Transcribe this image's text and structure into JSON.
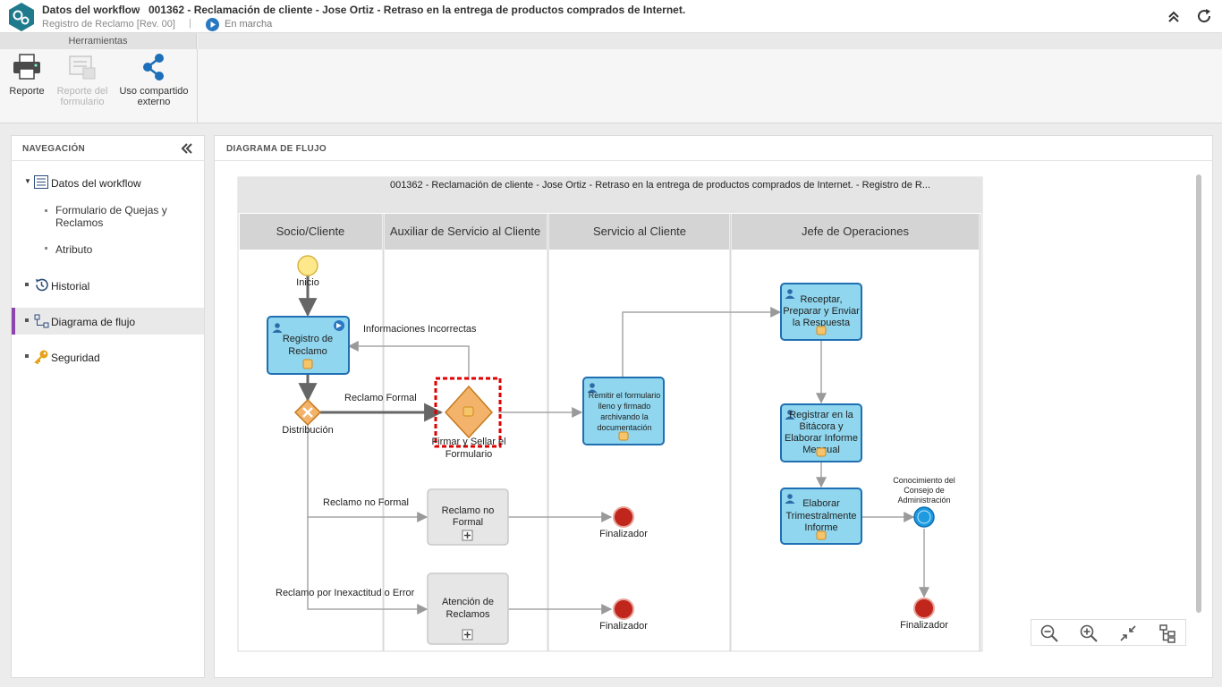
{
  "header": {
    "breadcrumb_root": "Datos del workflow",
    "breadcrumb_separator": "›",
    "title": "001362 - Reclamación de cliente - Jose Ortiz - Retraso en la entrega de productos comprados de Internet.",
    "record": "Registro de Reclamo [Rev. 00]",
    "divider": "|",
    "status": "En marcha"
  },
  "toolbar": {
    "group_label": "Herramientas",
    "reporte": "Reporte",
    "reporte_form_line1": "Reporte del",
    "reporte_form_line2": "formulario",
    "uso_line1": "Uso compartido",
    "uso_line2": "externo"
  },
  "navigation": {
    "title": "NAVEGACIÓN",
    "items": [
      {
        "label": "Datos del workflow"
      },
      {
        "label": "Formulario de Quejas y"
      },
      {
        "label": "Reclamos"
      },
      {
        "label": "Atributo"
      },
      {
        "label": "Historial"
      },
      {
        "label": "Diagrama de flujo"
      },
      {
        "label": "Seguridad"
      }
    ]
  },
  "diagram": {
    "panel_title": "DIAGRAMA DE FLUJO",
    "pool_title": "001362 - Reclamación de cliente - Jose Ortiz - Retraso en la entrega de productos comprados de Internet. - Registro de R...",
    "lanes": [
      "Socio/Cliente",
      "Auxiliar de Servicio al Cliente",
      "Servicio al Cliente",
      "Jefe de Operaciones"
    ],
    "nodes": {
      "inicio": "Inicio",
      "registro_1": "Registro de",
      "registro_2": "Reclamo",
      "distribucion": "Distribución",
      "firmar_1": "Firmar y Sellar el",
      "firmar_2": "Formulario",
      "remitir_1": "Remitir el formulario",
      "remitir_2": "lleno y firmado",
      "remitir_3": "archivando la",
      "remitir_4": "documentación",
      "receptar_1": "Receptar,",
      "receptar_2": "Preparar y Enviar",
      "receptar_3": "la Respuesta",
      "bitacora_1": "Registrar en la",
      "bitacora_2": "Bitácora y",
      "bitacora_3": "Elaborar Informe",
      "bitacora_4": "Mensual",
      "trimestral_1": "Elaborar",
      "trimestral_2": "Trimestralmente",
      "trimestral_3": "Informe",
      "reclamo_nf_1": "Reclamo no",
      "reclamo_nf_2": "Formal",
      "atencion_1": "Atención de",
      "atencion_2": "Reclamos",
      "finalizador_1": "Finalizador",
      "finalizador_2": "Finalizador",
      "finalizador_3": "Finalizador",
      "conocimiento_1": "Conocimiento del",
      "conocimiento_2": "Consejo de",
      "conocimiento_3": "Administración"
    },
    "edges": {
      "incorrectas": "Informaciones Incorrectas",
      "formal": "Reclamo Formal",
      "no_formal": "Reclamo no Formal",
      "inexactitud": "Reclamo por Inexactitud o Error"
    }
  },
  "colors": {
    "task_fill": "#8fd6ee",
    "task_border": "#1f6fb2",
    "gateway": "#f4b36b",
    "start": "#fde98b",
    "end": "#c0261c",
    "selection": "#e00000",
    "nav_marker": "#8e44ad",
    "brand": "#1f7a8c"
  },
  "icons": [
    "app-logo-icon",
    "status-play-icon",
    "collapse-up-icon",
    "refresh-icon",
    "printer-icon",
    "form-report-icon",
    "share-icon",
    "collapse-left-icon",
    "list-icon",
    "history-icon",
    "flow-icon",
    "key-icon",
    "zoom-out-icon",
    "zoom-in-icon",
    "fit-icon",
    "tree-icon"
  ]
}
